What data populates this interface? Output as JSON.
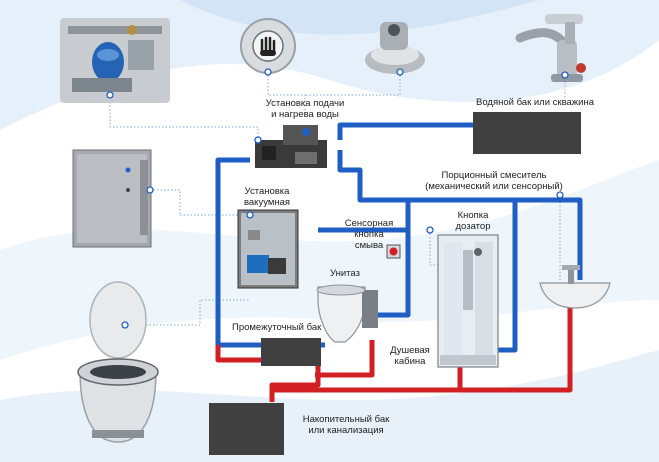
{
  "labels": {
    "water_heater_1": "Установка подачи",
    "water_heater_2": "и нагрева воды",
    "water_tank": "Водяной бак или скважина",
    "mixer_1": "Порционный смеситель",
    "mixer_2": "(механический или сенсорный)",
    "vacuum_1": "Установка",
    "vacuum_2": "вакуумная",
    "dispenser_1": "Кнопка",
    "dispenser_2": "дозатор",
    "sensor_1": "Сенсорная",
    "sensor_2": "кнопка",
    "sensor_3": "смыва",
    "toilet": "Унитаз",
    "intermediate_tank": "Промежуточный бак",
    "shower_1": "Душевая",
    "shower_2": "кабина",
    "storage_1": "Накопительный бак",
    "storage_2": "или канализация"
  },
  "colors": {
    "clean_water_pipe": "#1f5fc4",
    "waste_pipe": "#d21f24",
    "tank": "#404040",
    "background_wave": "#dbe9f6",
    "callout_line": "#7fa8d6"
  },
  "icons": [
    "pump-unit-icon",
    "flush-button-icon",
    "push-valve-icon",
    "faucet-icon",
    "control-cabinet-icon",
    "vacuum-toilet-icon",
    "water-heater-icon",
    "vacuum-unit-icon",
    "toilet-icon",
    "shower-cabin-icon",
    "sink-icon",
    "sensor-button-icon"
  ]
}
